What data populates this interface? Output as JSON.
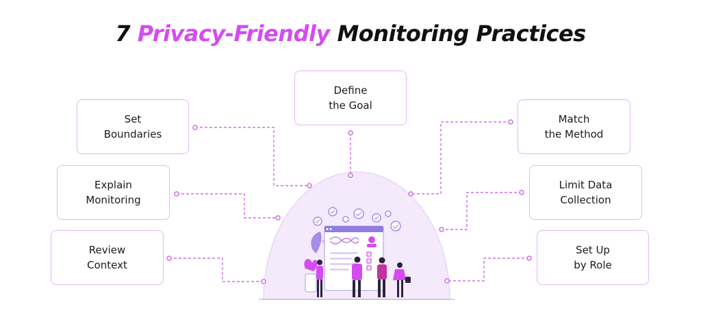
{
  "title": {
    "prefix": "7 ",
    "highlight": "Privacy-Friendly",
    "suffix": " Monitoring Practices"
  },
  "practices": {
    "define_goal": "Define\nthe Goal",
    "set_boundaries": "Set\nBoundaries",
    "match_method": "Match\nthe Method",
    "explain_monitoring": "Explain\nMonitoring",
    "limit_data": "Limit Data\nCollection",
    "review_context": "Review\nContext",
    "set_up_role": "Set Up\nby Role"
  },
  "colors": {
    "accent": "#d44cf0",
    "box_border": "#e3b9f2",
    "connector": "#d26be8",
    "dome": "#f4eafb"
  }
}
